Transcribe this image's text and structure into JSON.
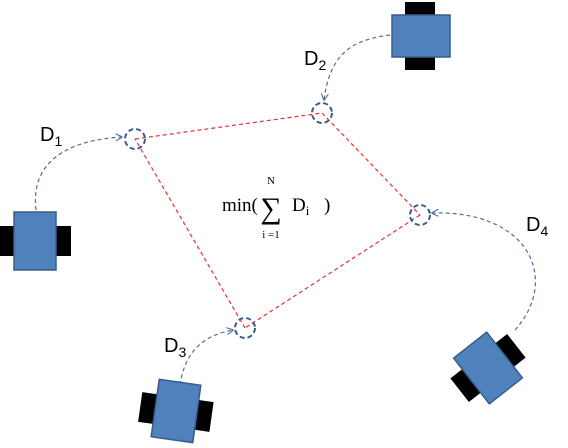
{
  "labels": {
    "d1": {
      "main": "D",
      "sub": "1"
    },
    "d2": {
      "main": "D",
      "sub": "2"
    },
    "d3": {
      "main": "D",
      "sub": "3"
    },
    "d4": {
      "main": "D",
      "sub": "4"
    }
  },
  "formula": {
    "min": "min(",
    "sigma": "∑",
    "upper": "N",
    "lower": "i =1",
    "term": "D",
    "term_sub": "i",
    "close": ")"
  },
  "colors": {
    "robot_body": "#4f81bd",
    "robot_wheel": "#000000",
    "formation_line": "#e8312f",
    "path_line": "#4f6fa0",
    "target_circle": "#3b5a8a"
  }
}
